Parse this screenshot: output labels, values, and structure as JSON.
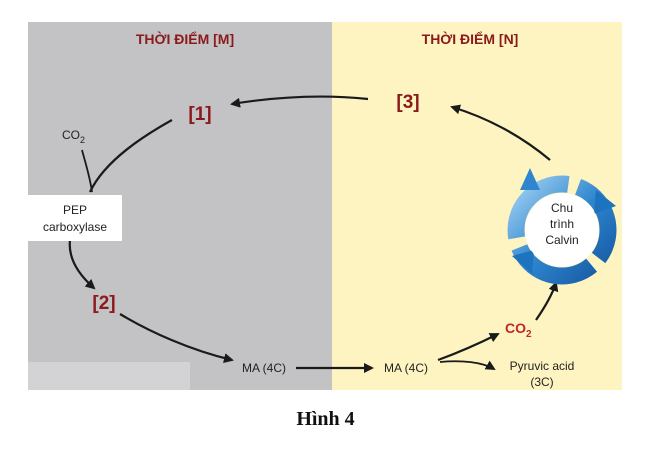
{
  "figure": {
    "caption": "Hình 4",
    "left_panel": {
      "title": "THỜI ĐIỂM [M]",
      "color": "#c3c3c5"
    },
    "right_panel": {
      "title": "THỜI ĐIỂM [N]",
      "color": "#fdf4c2"
    },
    "labels": {
      "step1": "[1]",
      "step2": "[2]",
      "step3": "[3]",
      "co2_left_main": "CO",
      "co2_left_sub": "2",
      "enzyme_line1": "PEP",
      "enzyme_line2": "carboxylase",
      "ma_left": "MA (4C)",
      "ma_right": "MA (4C)",
      "co2_right_main": "CO",
      "co2_right_sub": "2",
      "pyruvic_line1": "Pyruvic acid",
      "pyruvic_line2": "(3C)",
      "calvin_line1": "Chu",
      "calvin_line2": "trình",
      "calvin_line3": "Calvin"
    },
    "colors": {
      "title_red": "#8b1a1a",
      "step_red": "#8b1a1a",
      "co2_red": "#c0272d",
      "calvin_blue": "#1e73be",
      "calvin_light": "#7fbde8"
    }
  }
}
